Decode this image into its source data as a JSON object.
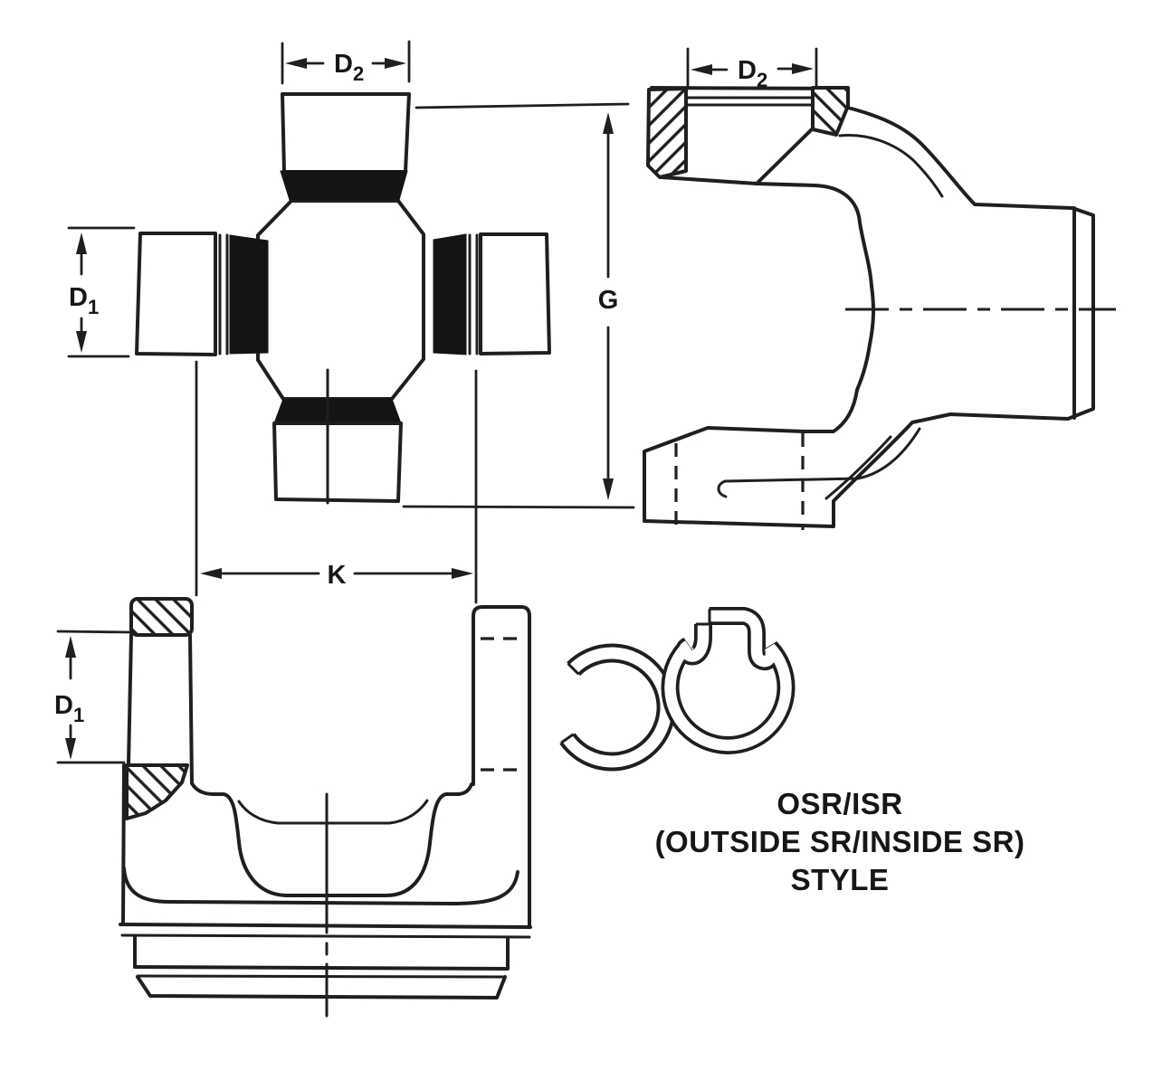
{
  "page": {
    "background": "#ffffff",
    "line_color": "#1f1f1f",
    "seal_color": "#141414",
    "description_of_views": "universal joint cross with dimensions, flange yoke side view, yoke cross-section view, outside and inside snap rings"
  },
  "caption": {
    "line1": "OSR/ISR",
    "line2": "(OUTSIDE SR/INSIDE SR)",
    "line3": "STYLE"
  },
  "labels": {
    "d2_cross_main": "D",
    "d2_cross_sub": "2",
    "d1_cross_main": "D",
    "d1_cross_sub": "1",
    "g": "G",
    "k": "K",
    "d2_yoke_main": "D",
    "d2_yoke_sub": "2",
    "d1_section_main": "D",
    "d1_section_sub": "1"
  }
}
